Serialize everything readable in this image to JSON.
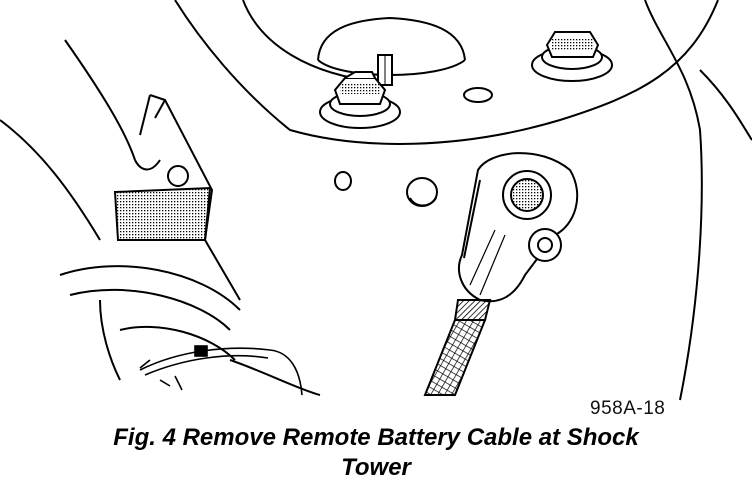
{
  "figure": {
    "code": "958A-18",
    "caption_line1": "Fig. 4 Remove Remote Battery Cable at Shock",
    "caption_line2": "Tower"
  },
  "colors": {
    "ink": "#000000",
    "paper": "#ffffff",
    "shade": "#8a8a8a"
  }
}
